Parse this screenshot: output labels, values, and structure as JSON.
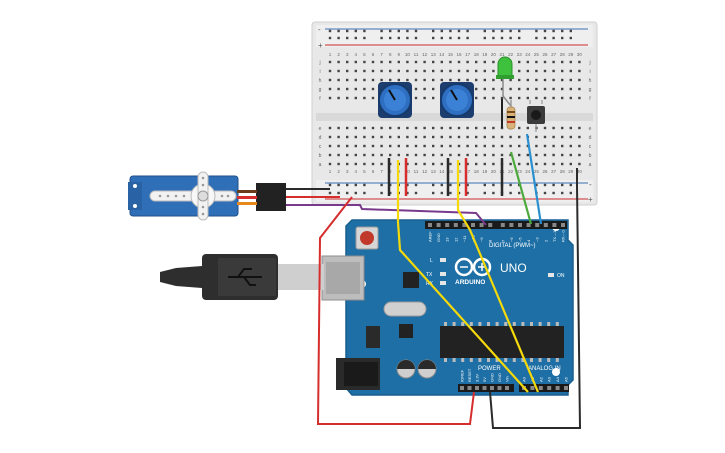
{
  "breadboard": {
    "column_numbers": [
      "1",
      "2",
      "3",
      "4",
      "5",
      "6",
      "7",
      "8",
      "9",
      "10",
      "11",
      "12",
      "13",
      "14",
      "15",
      "16",
      "17",
      "18",
      "19",
      "20",
      "21",
      "22",
      "23",
      "24",
      "25",
      "26",
      "27",
      "28",
      "29",
      "30"
    ],
    "row_letters_top": [
      "j",
      "i",
      "h",
      "g",
      "f"
    ],
    "row_letters_bottom": [
      "e",
      "d",
      "c",
      "b",
      "a"
    ],
    "rail_minus": "-",
    "rail_plus": "+"
  },
  "arduino": {
    "logo": "UNO",
    "brand": "ARDUINO",
    "digital_label": "DIGITAL (PWM~)",
    "analog_label": "ANALOG IN",
    "power_label": "POWER",
    "on_label": "ON",
    "tx_label": "TX",
    "rx_label": "RX",
    "l_label": "L",
    "digital_pins": [
      "AREF",
      "GND",
      "13",
      "12",
      "~11",
      "~10",
      "~9",
      "8",
      "7",
      "~6",
      "~5",
      "4",
      "~3",
      "2",
      "TX→1",
      "RX←0"
    ],
    "power_pins": [
      "IOREF",
      "RESET",
      "3.3V",
      "5V",
      "GND",
      "GND",
      "Vin"
    ],
    "analog_pins": [
      "A0",
      "A1",
      "A2",
      "A3",
      "A4",
      "A5"
    ]
  },
  "colors": {
    "board_blue": "#1d6fa5",
    "board_edge": "#1a5f8d",
    "wire_yellow": "#f5d90a",
    "wire_red": "#d62d2d",
    "wire_black": "#2b2b2b",
    "wire_purple": "#7a3a8c",
    "wire_green": "#4caa3c",
    "wire_blue": "#2a8fd0",
    "led_green": "#3ec23e",
    "servo_blue": "#2f6fb8"
  },
  "components": {
    "servo": "servo-motor",
    "pot1": "potentiometer",
    "pot2": "potentiometer",
    "led": "led-green",
    "resistor": "resistor",
    "button": "push-button",
    "usb": "usb-cable"
  }
}
